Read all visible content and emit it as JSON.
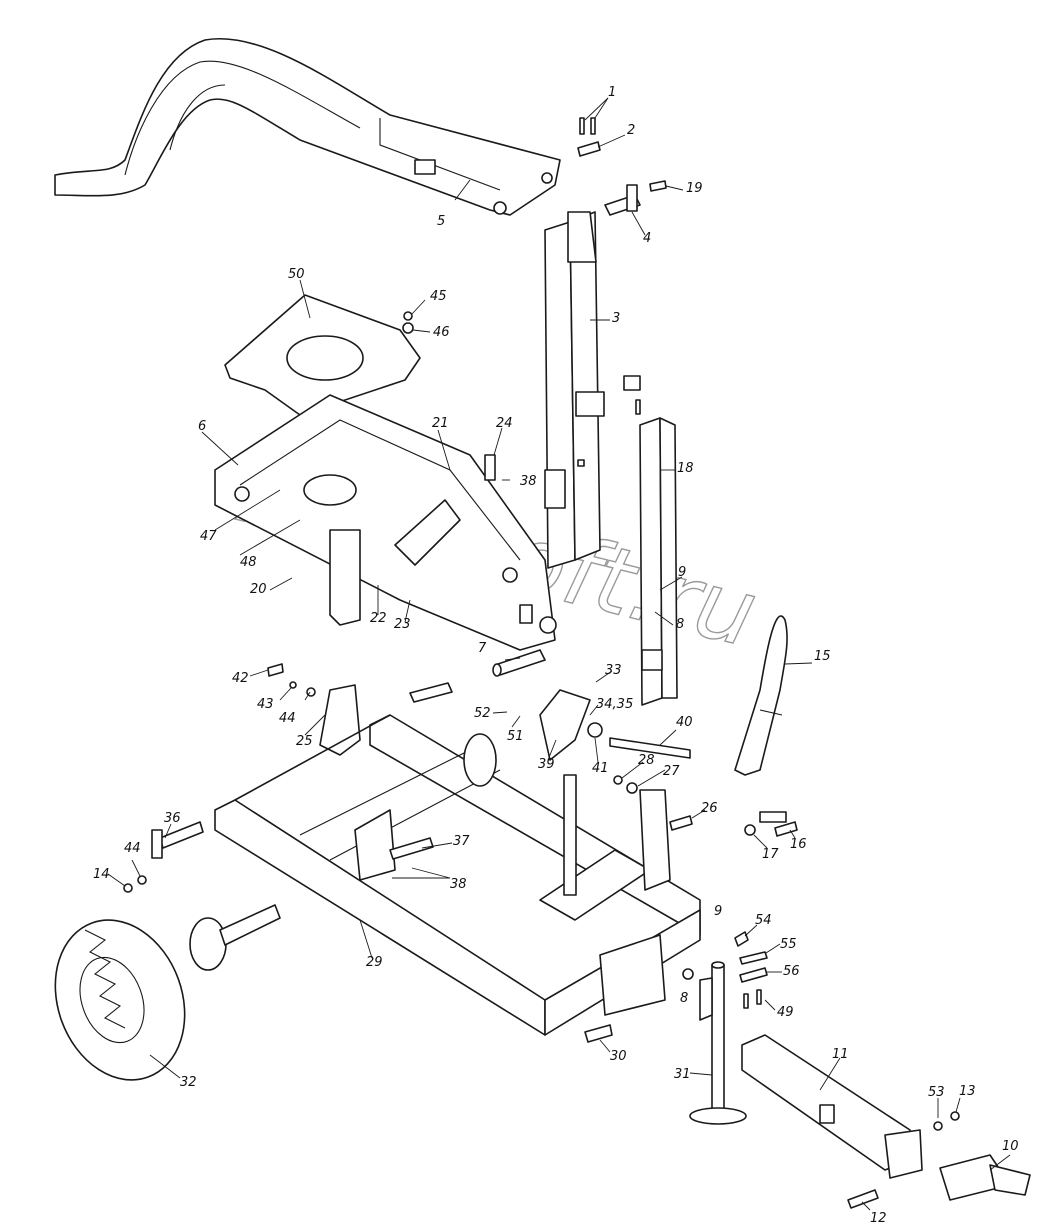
{
  "watermark": "AutoSoft.ru",
  "callouts": [
    {
      "id": "c1",
      "label": "1"
    },
    {
      "id": "c2",
      "label": "2"
    },
    {
      "id": "c3",
      "label": "3"
    },
    {
      "id": "c4",
      "label": "4"
    },
    {
      "id": "c5",
      "label": "5"
    },
    {
      "id": "c6",
      "label": "6"
    },
    {
      "id": "c7",
      "label": "7"
    },
    {
      "id": "c8a",
      "label": "8"
    },
    {
      "id": "c8b",
      "label": "8"
    },
    {
      "id": "c9a",
      "label": "9"
    },
    {
      "id": "c9b",
      "label": "9"
    },
    {
      "id": "c10",
      "label": "10"
    },
    {
      "id": "c11",
      "label": "11"
    },
    {
      "id": "c12",
      "label": "12"
    },
    {
      "id": "c13",
      "label": "13"
    },
    {
      "id": "c14",
      "label": "14"
    },
    {
      "id": "c15",
      "label": "15"
    },
    {
      "id": "c16",
      "label": "16"
    },
    {
      "id": "c17",
      "label": "17"
    },
    {
      "id": "c18",
      "label": "18"
    },
    {
      "id": "c19",
      "label": "19"
    },
    {
      "id": "c20",
      "label": "20"
    },
    {
      "id": "c21",
      "label": "21"
    },
    {
      "id": "c22",
      "label": "22"
    },
    {
      "id": "c23",
      "label": "23"
    },
    {
      "id": "c24",
      "label": "24"
    },
    {
      "id": "c25",
      "label": "25"
    },
    {
      "id": "c26",
      "label": "26"
    },
    {
      "id": "c27",
      "label": "27"
    },
    {
      "id": "c28",
      "label": "28"
    },
    {
      "id": "c29",
      "label": "29"
    },
    {
      "id": "c30",
      "label": "30"
    },
    {
      "id": "c31",
      "label": "31"
    },
    {
      "id": "c32",
      "label": "32"
    },
    {
      "id": "c33",
      "label": "33"
    },
    {
      "id": "c3435",
      "label": "34,35"
    },
    {
      "id": "c36",
      "label": "36"
    },
    {
      "id": "c37",
      "label": "37"
    },
    {
      "id": "c38a",
      "label": "38"
    },
    {
      "id": "c38b",
      "label": "38"
    },
    {
      "id": "c39",
      "label": "39"
    },
    {
      "id": "c40",
      "label": "40"
    },
    {
      "id": "c41",
      "label": "41"
    },
    {
      "id": "c42",
      "label": "42"
    },
    {
      "id": "c43",
      "label": "43"
    },
    {
      "id": "c44a",
      "label": "44"
    },
    {
      "id": "c44b",
      "label": "44"
    },
    {
      "id": "c45",
      "label": "45"
    },
    {
      "id": "c46",
      "label": "46"
    },
    {
      "id": "c47",
      "label": "47"
    },
    {
      "id": "c48",
      "label": "48"
    },
    {
      "id": "c49",
      "label": "49"
    },
    {
      "id": "c50",
      "label": "50"
    },
    {
      "id": "c51",
      "label": "51"
    },
    {
      "id": "c52",
      "label": "52"
    },
    {
      "id": "c53",
      "label": "53"
    },
    {
      "id": "c54",
      "label": "54"
    },
    {
      "id": "c55",
      "label": "55"
    },
    {
      "id": "c56",
      "label": "56"
    }
  ]
}
